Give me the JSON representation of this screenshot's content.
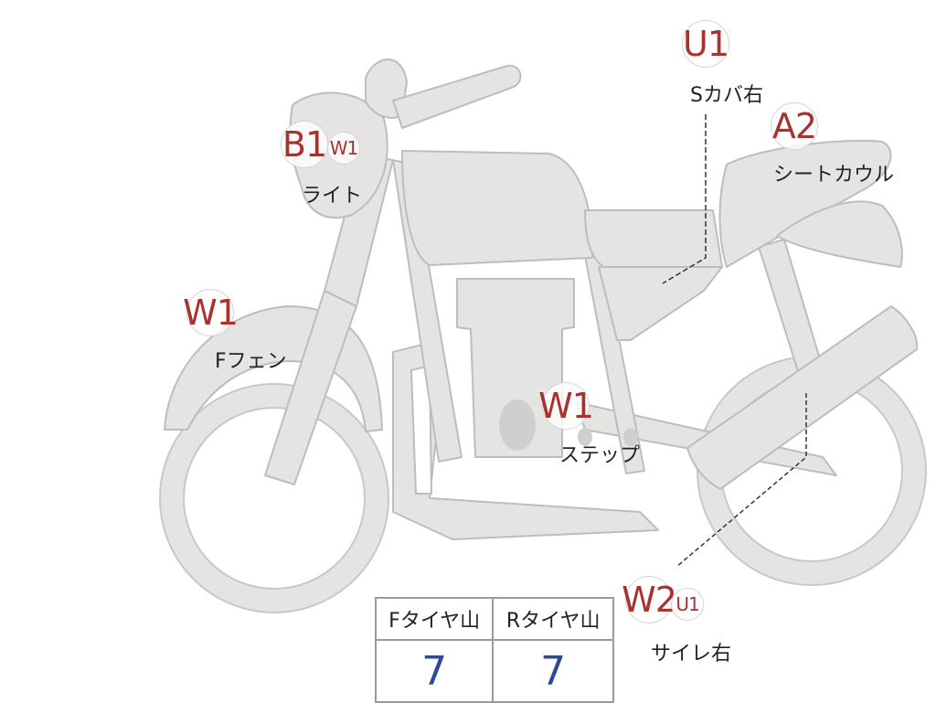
{
  "colors": {
    "bike_fill": "#e4e4e2",
    "bike_stroke": "#bdbdbb",
    "code_text": "#a8322e",
    "value_text": "#2b4a9a"
  },
  "parts": [
    {
      "id": "light",
      "codes": [
        "B1",
        "W1"
      ],
      "label": "ライト"
    },
    {
      "id": "side_cover_right",
      "codes": [
        "U1"
      ],
      "label": "Sカバ右"
    },
    {
      "id": "seat_cowl",
      "codes": [
        "A2"
      ],
      "label": "シートカウル"
    },
    {
      "id": "front_fender",
      "codes": [
        "W1"
      ],
      "label": "Fフェン"
    },
    {
      "id": "step",
      "codes": [
        "W1"
      ],
      "label": "ステップ"
    },
    {
      "id": "silencer_right",
      "codes": [
        "W2",
        "U1"
      ],
      "label": "サイレ右"
    }
  ],
  "tire_table": {
    "headers": [
      "Fタイヤ山",
      "Rタイヤ山"
    ],
    "values": [
      "7",
      "7"
    ]
  }
}
